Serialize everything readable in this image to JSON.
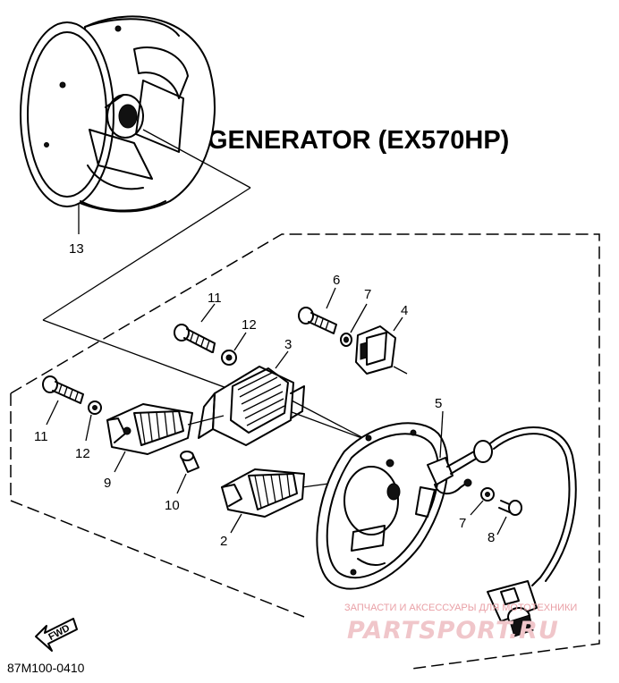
{
  "title": "GENERATOR (EX570HP)",
  "drawing_code": "87M100-0410",
  "fwd_label": "FWD",
  "watermark": {
    "line1": "ЗАПЧАСТИ И АКСЕССУАРЫ ДЛЯ МОТОТЕХНИКИ",
    "line2": "PARTSPORT.RU"
  },
  "callouts": {
    "c13": "13",
    "c11a": "11",
    "c12a": "12",
    "c6": "6",
    "c7a": "7",
    "c4": "4",
    "c3": "3",
    "c11b": "11",
    "c12b": "12",
    "c9": "9",
    "c10": "10",
    "c2": "2",
    "c5": "5",
    "c7b": "7",
    "c8": "8"
  }
}
